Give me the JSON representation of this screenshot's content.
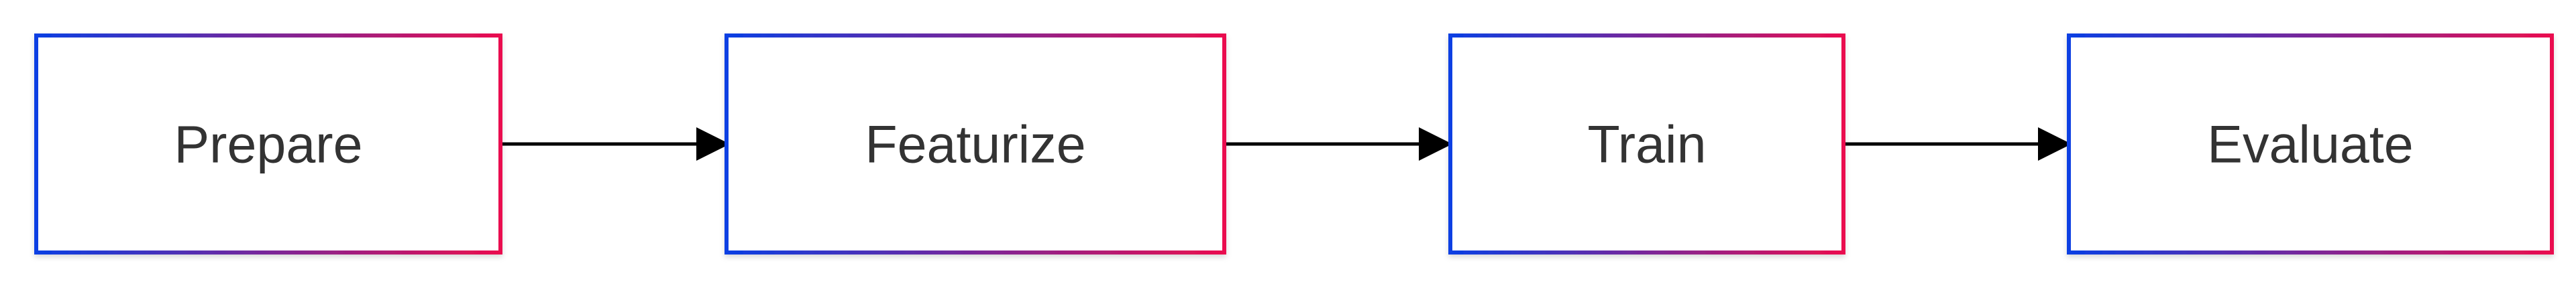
{
  "diagram": {
    "type": "linear-flowchart",
    "direction": "left-to-right",
    "nodes": [
      {
        "id": "prepare",
        "label": "Prepare"
      },
      {
        "id": "featurize",
        "label": "Featurize"
      },
      {
        "id": "train",
        "label": "Train"
      },
      {
        "id": "evaluate",
        "label": "Evaluate"
      }
    ],
    "edges": [
      {
        "from": "prepare",
        "to": "featurize"
      },
      {
        "from": "featurize",
        "to": "train"
      },
      {
        "from": "train",
        "to": "evaluate"
      }
    ],
    "colors": {
      "border_start": "#0a3fe3",
      "border_end": "#ea0f4f",
      "node_fill": "#ffffff",
      "text": "#333333",
      "edge": "#000000"
    }
  }
}
